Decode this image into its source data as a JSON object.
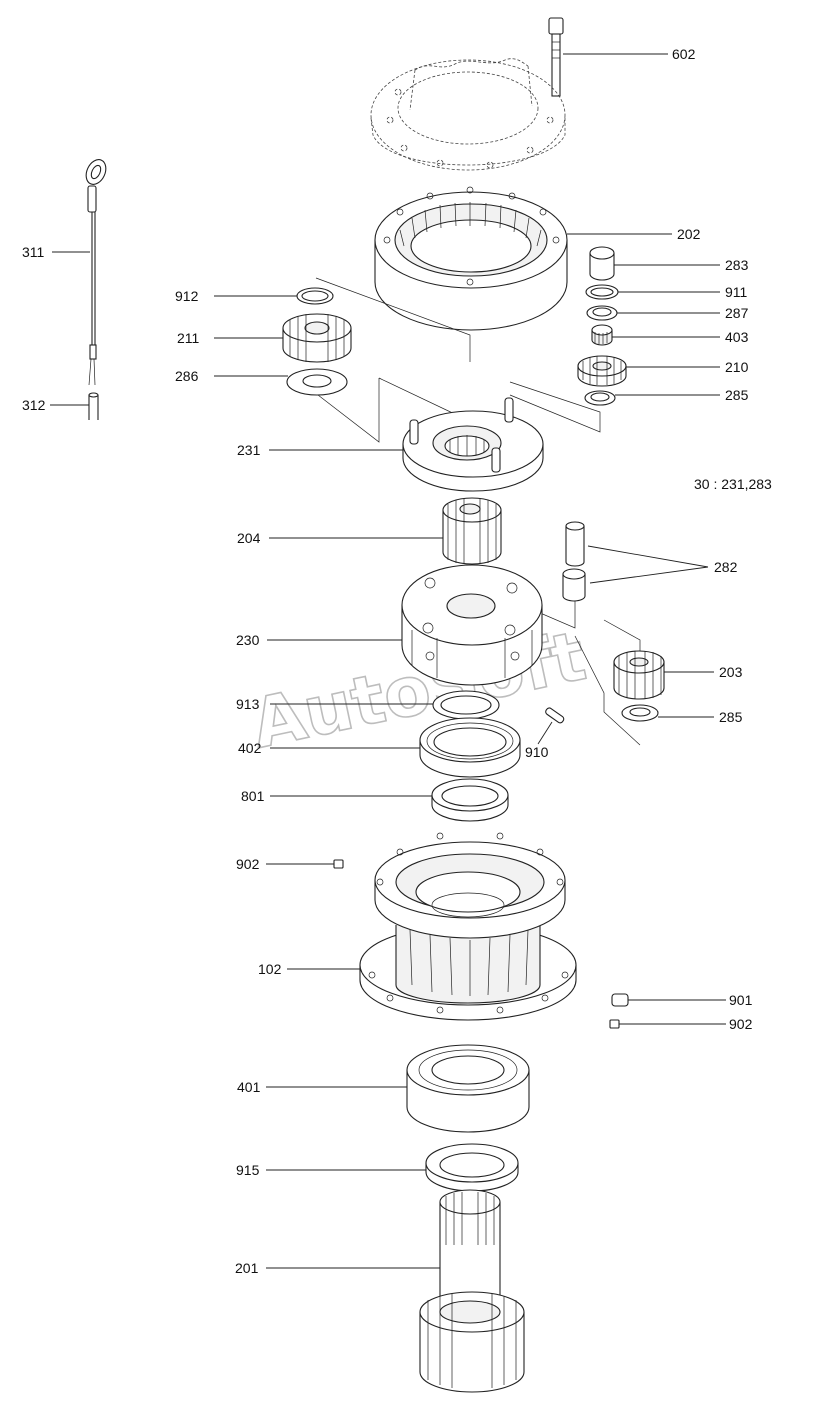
{
  "diagram": {
    "note": "30 : 231,283",
    "watermark": "AutoSoft",
    "callouts": [
      {
        "id": "c602",
        "label": "602"
      },
      {
        "id": "c202",
        "label": "202"
      },
      {
        "id": "c283",
        "label": "283"
      },
      {
        "id": "c911",
        "label": "911"
      },
      {
        "id": "c287",
        "label": "287"
      },
      {
        "id": "c403",
        "label": "403"
      },
      {
        "id": "c210",
        "label": "210"
      },
      {
        "id": "c285a",
        "label": "285"
      },
      {
        "id": "c311",
        "label": "311"
      },
      {
        "id": "c312",
        "label": "312"
      },
      {
        "id": "c912",
        "label": "912"
      },
      {
        "id": "c211",
        "label": "211"
      },
      {
        "id": "c286",
        "label": "286"
      },
      {
        "id": "c231",
        "label": "231"
      },
      {
        "id": "c204",
        "label": "204"
      },
      {
        "id": "c282",
        "label": "282"
      },
      {
        "id": "c230",
        "label": "230"
      },
      {
        "id": "c203",
        "label": "203"
      },
      {
        "id": "c913",
        "label": "913"
      },
      {
        "id": "c285b",
        "label": "285"
      },
      {
        "id": "c402",
        "label": "402"
      },
      {
        "id": "c910",
        "label": "910"
      },
      {
        "id": "c801",
        "label": "801"
      },
      {
        "id": "c902a",
        "label": "902"
      },
      {
        "id": "c102",
        "label": "102"
      },
      {
        "id": "c901",
        "label": "901"
      },
      {
        "id": "c902b",
        "label": "902"
      },
      {
        "id": "c401",
        "label": "401"
      },
      {
        "id": "c915",
        "label": "915"
      },
      {
        "id": "c201",
        "label": "201"
      }
    ]
  }
}
